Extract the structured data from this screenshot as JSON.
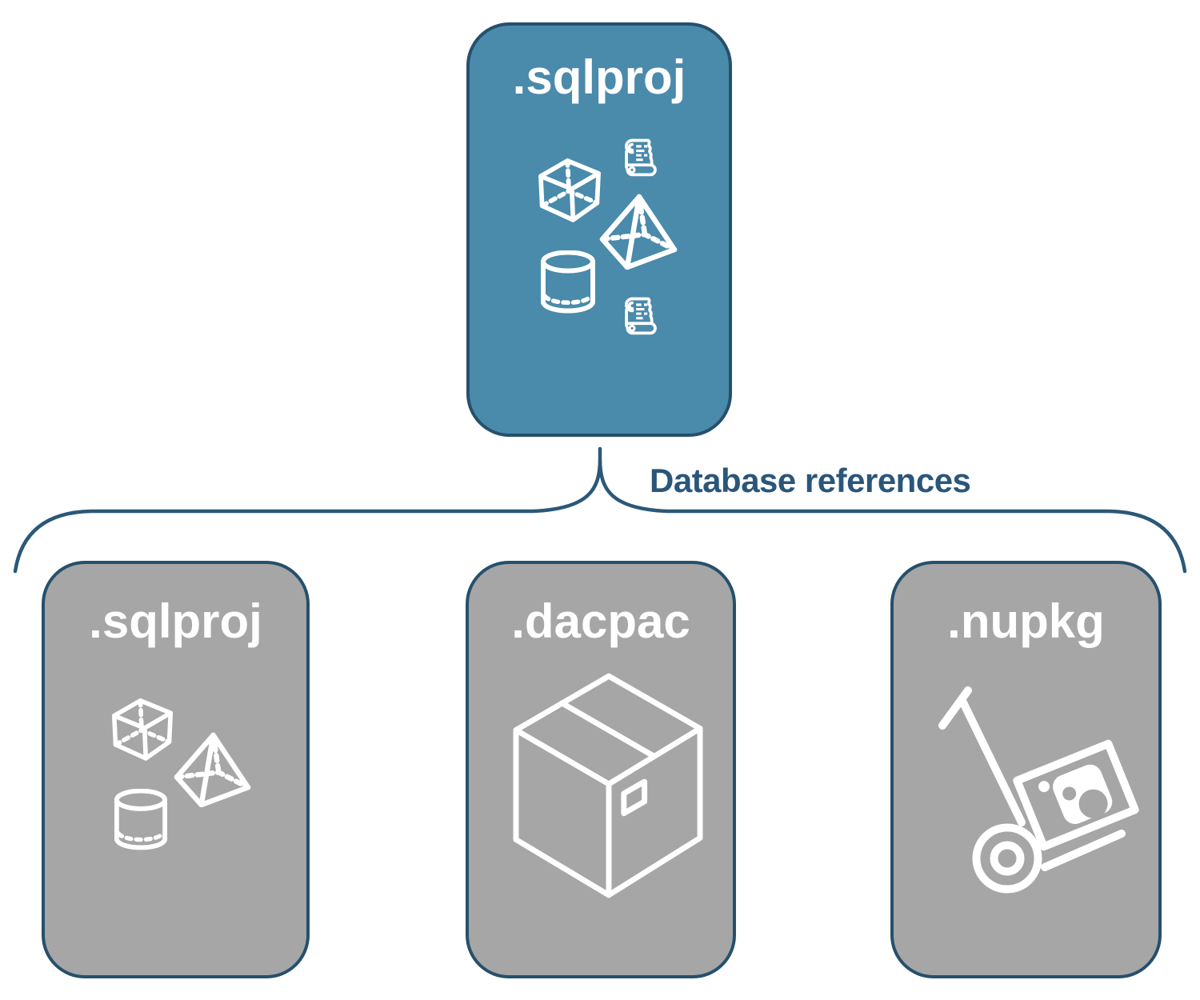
{
  "diagram": {
    "root": {
      "label": ".sqlproj",
      "icons": [
        "scroll-icon",
        "cube-icon",
        "pyramid-icon",
        "cylinder-icon",
        "scroll-icon"
      ]
    },
    "connector": {
      "label": "Database references"
    },
    "children": [
      {
        "label": ".sqlproj",
        "icons": [
          "cube-icon",
          "pyramid-icon",
          "cylinder-icon"
        ]
      },
      {
        "label": ".dacpac",
        "icons": [
          "package-box-icon"
        ]
      },
      {
        "label": ".nupkg",
        "icons": [
          "hand-truck-nuget-icon"
        ]
      }
    ],
    "colors": {
      "background": "#FFFFFF",
      "root_fill": "#4A8AAB",
      "child_fill": "#A6A6A6",
      "box_border": "#26506C",
      "connector_stroke": "#2B5878",
      "connector_label_text": "#2A567A",
      "box_label_text": "#FFFFFF",
      "icon_stroke": "#FFFFFF"
    }
  }
}
